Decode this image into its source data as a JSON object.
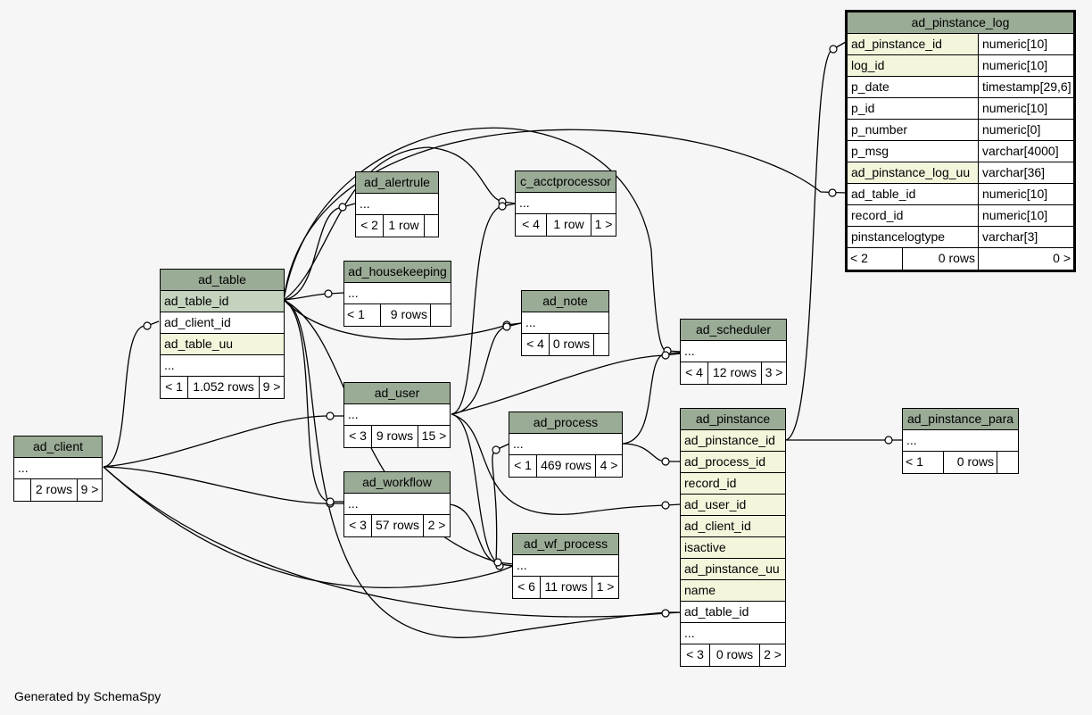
{
  "footer_text": "Generated by SchemaSpy",
  "tables": {
    "ad_pinstance_log": {
      "name": "ad_pinstance_log",
      "columns": [
        {
          "name": "ad_pinstance_id",
          "type": "numeric[10]"
        },
        {
          "name": "log_id",
          "type": "numeric[10]"
        },
        {
          "name": "p_date",
          "type": "timestamp[29,6]"
        },
        {
          "name": "p_id",
          "type": "numeric[10]"
        },
        {
          "name": "p_number",
          "type": "numeric[0]"
        },
        {
          "name": "p_msg",
          "type": "varchar[4000]"
        },
        {
          "name": "ad_pinstance_log_uu",
          "type": "varchar[36]"
        },
        {
          "name": "ad_table_id",
          "type": "numeric[10]"
        },
        {
          "name": "record_id",
          "type": "numeric[10]"
        },
        {
          "name": "pinstancelogtype",
          "type": "varchar[3]"
        }
      ],
      "footer": [
        "< 2",
        "0 rows",
        "0 >"
      ]
    },
    "ad_alertrule": {
      "name": "ad_alertrule",
      "columns": [
        "..."
      ],
      "footer": [
        "< 2",
        "1 row",
        ""
      ]
    },
    "c_acctprocessor": {
      "name": "c_acctprocessor",
      "columns": [
        "..."
      ],
      "footer": [
        "< 4",
        "1 row",
        "1 >"
      ]
    },
    "ad_table": {
      "name": "ad_table",
      "columns": [
        "ad_table_id",
        "ad_client_id",
        "ad_table_uu",
        "..."
      ],
      "footer": [
        "< 1",
        "1.052 rows",
        "9 >"
      ]
    },
    "ad_housekeeping": {
      "name": "ad_housekeeping",
      "columns": [
        "..."
      ],
      "footer": [
        "< 1",
        "9 rows",
        ""
      ]
    },
    "ad_note": {
      "name": "ad_note",
      "columns": [
        "..."
      ],
      "footer": [
        "< 4",
        "0 rows",
        ""
      ]
    },
    "ad_scheduler": {
      "name": "ad_scheduler",
      "columns": [
        "..."
      ],
      "footer": [
        "< 4",
        "12 rows",
        "3 >"
      ]
    },
    "ad_user": {
      "name": "ad_user",
      "columns": [
        "..."
      ],
      "footer": [
        "< 3",
        "9 rows",
        "15 >"
      ]
    },
    "ad_client": {
      "name": "ad_client",
      "columns": [
        "..."
      ],
      "footer": [
        "",
        "2 rows",
        "9 >"
      ]
    },
    "ad_process": {
      "name": "ad_process",
      "columns": [
        "..."
      ],
      "footer": [
        "< 1",
        "469 rows",
        "4 >"
      ]
    },
    "ad_pinstance": {
      "name": "ad_pinstance",
      "columns": [
        "ad_pinstance_id",
        "ad_process_id",
        "record_id",
        "ad_user_id",
        "ad_client_id",
        "isactive",
        "ad_pinstance_uu",
        "name",
        "ad_table_id",
        "..."
      ],
      "footer": [
        "< 3",
        "0 rows",
        "2 >"
      ]
    },
    "ad_pinstance_para": {
      "name": "ad_pinstance_para",
      "columns": [
        "..."
      ],
      "footer": [
        "< 1",
        "0 rows",
        ""
      ]
    },
    "ad_workflow": {
      "name": "ad_workflow",
      "columns": [
        "..."
      ],
      "footer": [
        "< 3",
        "57 rows",
        "2 >"
      ]
    },
    "ad_wf_process": {
      "name": "ad_wf_process",
      "columns": [
        "..."
      ],
      "footer": [
        "< 6",
        "11 rows",
        "1 >"
      ]
    }
  }
}
